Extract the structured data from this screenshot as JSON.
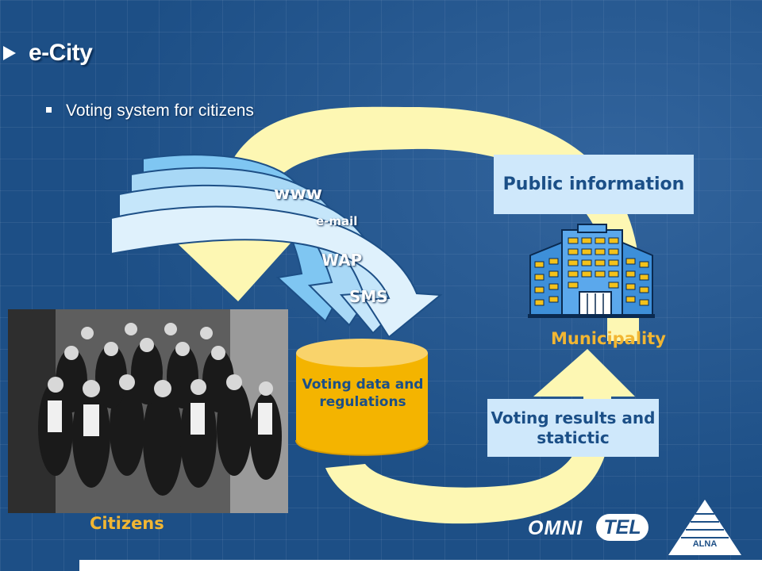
{
  "slide": {
    "title": "e-City",
    "bullet": "Voting system for citizens"
  },
  "channels": {
    "www": "www",
    "email": "e-mail",
    "wap": "WAP",
    "sms": "SMS"
  },
  "boxes": {
    "public_information": "Public information",
    "voting_data": "Voting data and regulations",
    "voting_results": "Voting results and statictic"
  },
  "labels": {
    "municipality": "Municipality",
    "citizens": "Citizens"
  },
  "logos": {
    "omnitel_left": "OMNI",
    "omnitel_right": "TEL",
    "alna": "ALNA"
  },
  "colors": {
    "background": "#1d4f86",
    "cycle_arrow": "#fdf7b3",
    "channel_arrow": "#a8d8f6",
    "box_fill": "#cfe8fb",
    "database": "#f4b400",
    "accent_text": "#f2b632"
  },
  "icons": {
    "title_marker": "triangle-right",
    "bullet_marker": "square",
    "building": "office-building",
    "database": "cylinder"
  }
}
